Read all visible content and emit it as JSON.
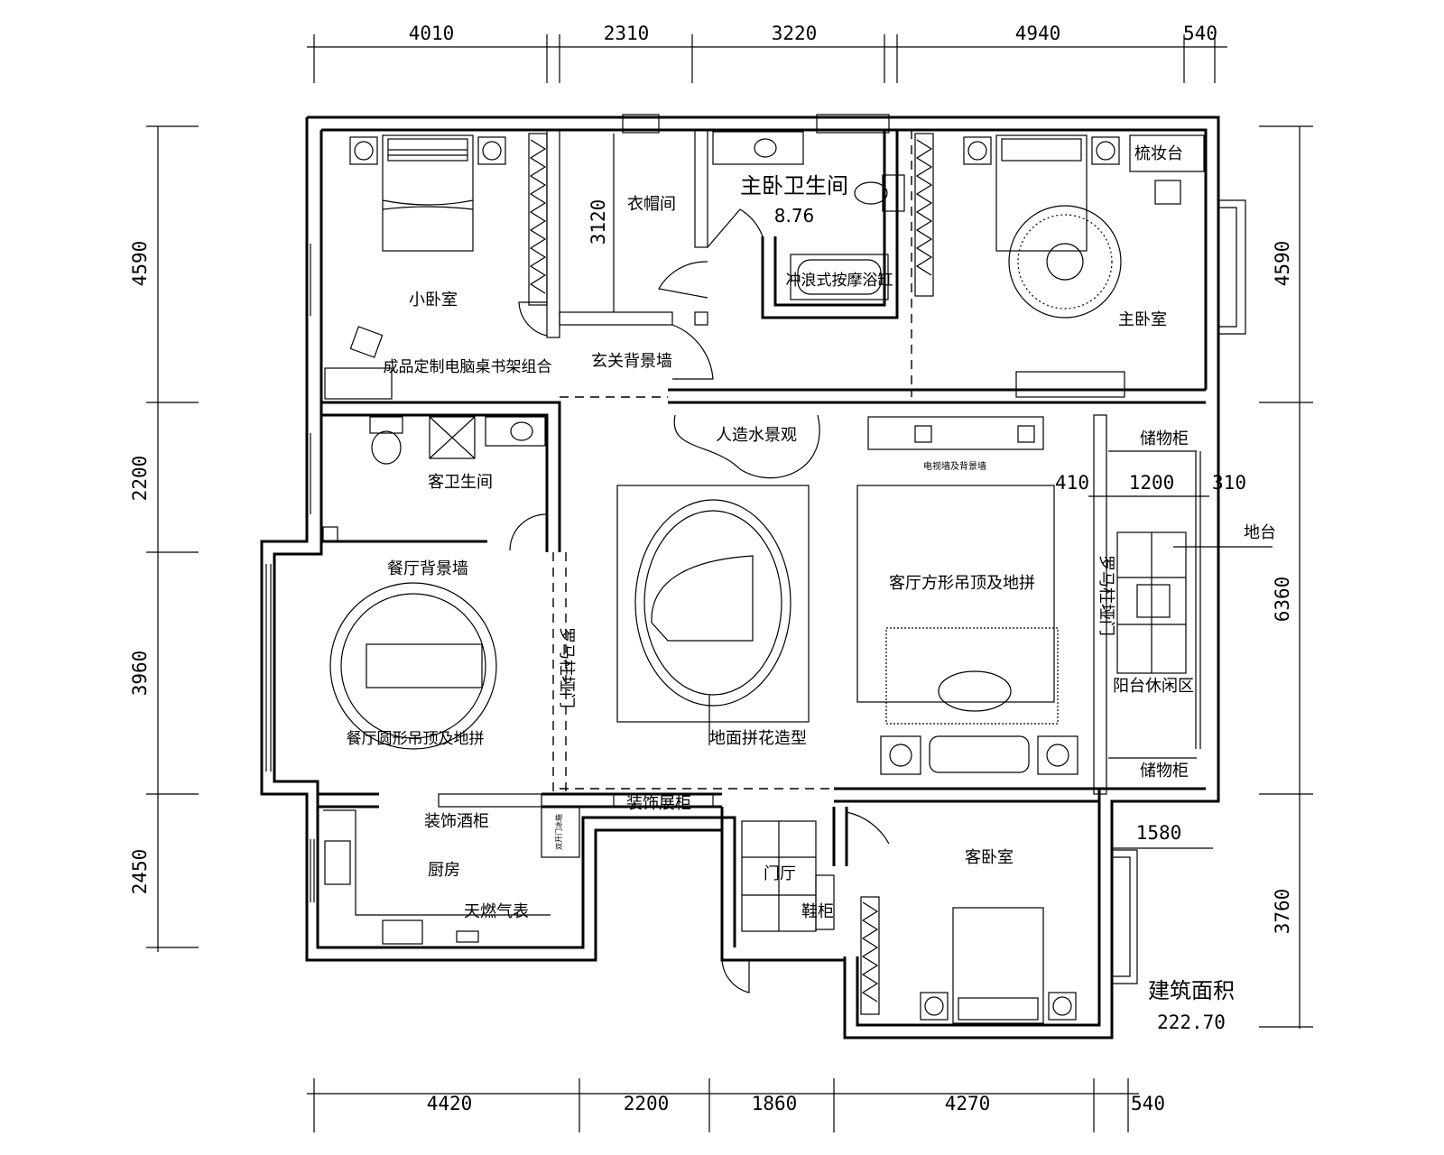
{
  "dimensions": {
    "top": [
      "4010",
      "2310",
      "3220",
      "4940",
      "540"
    ],
    "bottom": [
      "4420",
      "2200",
      "1860",
      "4270",
      "540"
    ],
    "left": [
      "4590",
      "2200",
      "3960",
      "2450"
    ],
    "right": [
      "4590",
      "6360",
      "3760"
    ],
    "inner": {
      "closet_height": "3120",
      "balcony_a": "410",
      "balcony_b": "1200",
      "balcony_c": "310",
      "bay": "1580"
    }
  },
  "rooms": {
    "small_bedroom": "小卧室",
    "cloakroom": "衣帽间",
    "master_bath": "主卧卫生间",
    "master_bath_area": "8.76",
    "massage_tub": "冲浪式按摩浴缸",
    "master_bedroom": "主卧室",
    "dresser": "梳妆台",
    "computer_desk": "成品定制电脑桌书架组合",
    "entry_wall": "玄关背景墙",
    "water_feature": "人造水景观",
    "guest_bath": "客卫生间",
    "storage_top": "储物柜",
    "storage_bottom": "储物柜",
    "tv_wall": "电视墙及背景墙",
    "planter": "地台",
    "roman_door_right": "罗马柱垭门",
    "roman_door_left": "罗马柱垭门",
    "living_ceiling": "客厅方形吊顶及地拼",
    "balcony_lounge": "阳台休闲区",
    "dining_wall": "餐厅背景墙",
    "dining_ceiling": "餐厅圆形吊顶及地拼",
    "floor_pattern": "地面拼花造型",
    "wine_cabinet": "装饰酒柜",
    "display_cabinet": "装饰展柜",
    "kitchen": "厨房",
    "fridge": "双开门冰箱",
    "gas_meter": "天燃气表",
    "foyer": "门厅",
    "shoe_cabinet": "鞋柜",
    "guest_bedroom": "客卧室"
  },
  "area": {
    "label": "建筑面积",
    "value": "222.70"
  }
}
